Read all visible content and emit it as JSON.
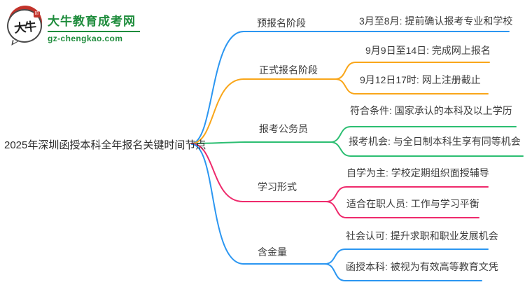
{
  "brand": {
    "site_name": "大牛教育成考网",
    "site_domain": "gz-chengkao.com",
    "logo_text": "大牛",
    "logo_seal_text": "印",
    "green": "#1e8c3c",
    "logo_red": "#c2332b"
  },
  "mindmap": {
    "root": "2025年深圳函授本科全年报名关键时间节点",
    "branches": [
      {
        "label": "预报名阶段",
        "color": "#2b96f1",
        "children": [
          "3月至8月: 提前确认报考专业和学校"
        ]
      },
      {
        "label": "正式报名阶段",
        "color": "#f9a61a",
        "children": [
          "9月9日至14日: 完成网上报名",
          "9月12日17时: 网上注册截止"
        ]
      },
      {
        "label": "报考公务员",
        "color": "#2cbe72",
        "children": [
          "符合条件: 国家承认的本科及以上学历",
          "报考机会: 与全日制本科生享有同等机会"
        ]
      },
      {
        "label": "学习形式",
        "color": "#ee2a6c",
        "children": [
          "自学为主: 学校定期组织面授辅导",
          "适合在职人员: 工作与学习平衡"
        ]
      },
      {
        "label": "含金量",
        "color": "#2b96f1",
        "children": [
          "社会认可: 提升求职和职业发展机会",
          "函授本科: 被视为有效高等教育文凭"
        ]
      }
    ]
  }
}
